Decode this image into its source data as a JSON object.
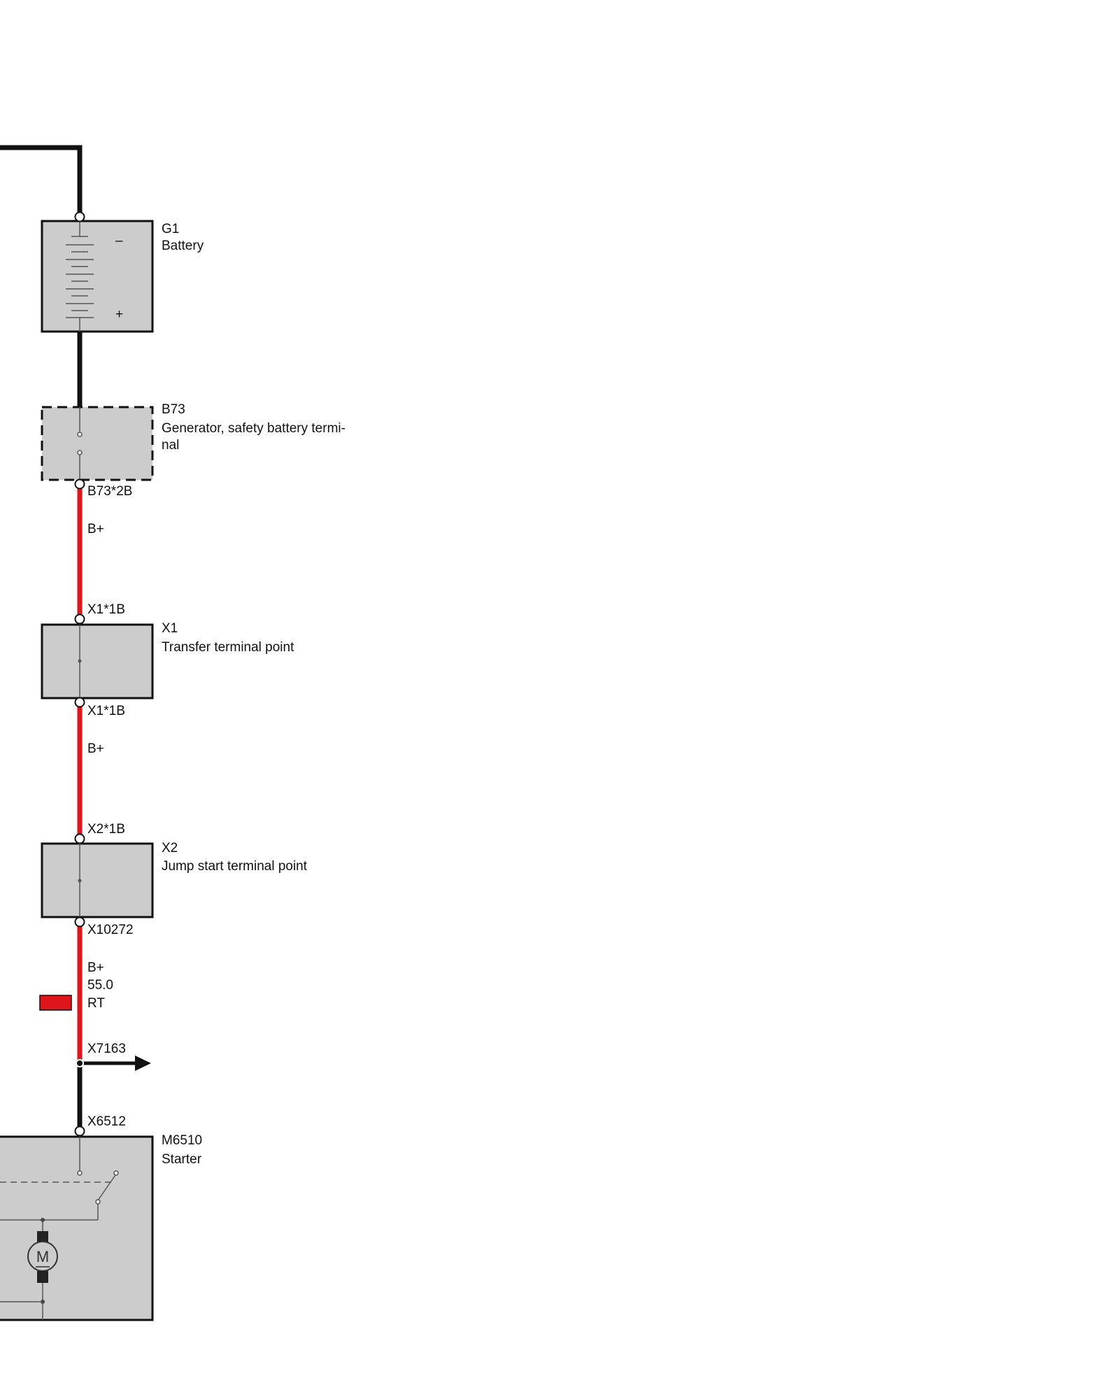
{
  "components": {
    "g1": {
      "id": "G1",
      "name": "Battery",
      "minus": "–",
      "plus": "+"
    },
    "b73": {
      "id": "B73",
      "name_line1": "Generator, safety battery termi-",
      "name_line2": "nal"
    },
    "x1": {
      "id": "X1",
      "name": "Transfer terminal point"
    },
    "x2": {
      "id": "X2",
      "name": "Jump start terminal point"
    },
    "m6510": {
      "id": "M6510",
      "name": "Starter",
      "motor_symbol": "M"
    }
  },
  "connectors": {
    "b73_2b": "B73*2B",
    "x1_1b_in": "X1*1B",
    "x1_1b_out": "X1*1B",
    "x2_1b": "X2*1B",
    "x10272": "X10272",
    "x7163": "X7163",
    "x6512": "X6512"
  },
  "wires": {
    "w1": {
      "signal": "B+"
    },
    "w2": {
      "signal": "B+"
    },
    "w3": {
      "signal": "B+",
      "cross_section": "55.0",
      "color_code": "RT"
    }
  },
  "colors": {
    "wire_black": "#111111",
    "wire_red": "#e0141b",
    "box_fill": "#cccccc",
    "color_swatch_rt": "#e0141b"
  }
}
